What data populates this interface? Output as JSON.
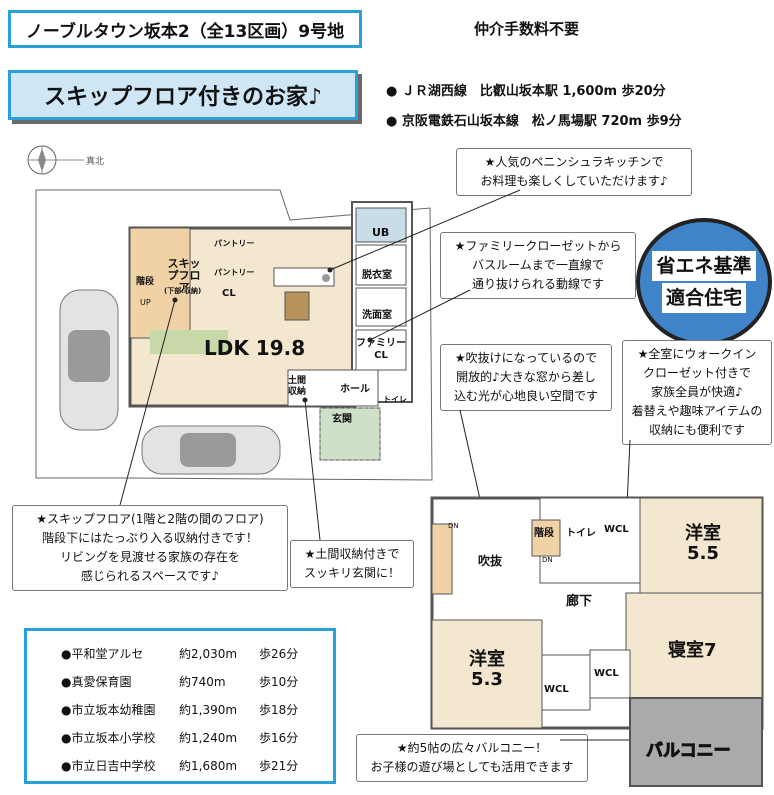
{
  "header": {
    "title": "ノーブルタウン坂本2（全13区画）9号地",
    "catch": "スキップフロア付きのお家♪",
    "fee": "仲介手数料不要"
  },
  "access": [
    "● ＪＲ湖西線　比叡山坂本駅 1,600m 歩20分",
    "● 京阪電鉄石山坂本線　松ノ馬場駅 720m 歩9分"
  ],
  "compass": "真北",
  "eco_badge": [
    "省エネ基準",
    "適合住宅"
  ],
  "bubbles": {
    "kitchen": [
      "★人気のペニンシュラキッチンで",
      "お料理も楽しくしていただけます♪"
    ],
    "closet": [
      "★ファミリークローゼットから",
      "バスルームまで一直線で",
      "通り抜けられる動線です"
    ],
    "fukinuke": [
      "★吹抜けになっているので",
      "開放的♪大きな窓から差し",
      "込む光が心地良い空間です"
    ],
    "wic": [
      "★全室にウォークイン",
      "クローゼット付きで",
      "家族全員が快適♪",
      "着替えや趣味アイテムの",
      "収納にも便利です"
    ],
    "skip": [
      "★スキップフロア(1階と2階の間のフロア)",
      "階段下にはたっぷり入る収納付きです！",
      "リビングを見渡せる家族の存在を",
      "感じられるスペースです♪"
    ],
    "doma": [
      "★土間収納付きで",
      "スッキリ玄関に！"
    ],
    "balcony": [
      "★約5帖の広々バルコニー！",
      "お子様の遊び場としても活用できます"
    ]
  },
  "floor1": {
    "ldk": "LDK 19.8",
    "skip_floor": "スキップフロア",
    "skip_note": "(下部:収納)",
    "stairs": "階段",
    "up": "UP",
    "pantry1": "パントリー",
    "pantry2": "パントリー",
    "cl": "CL",
    "ub": "UB",
    "dressing": "脱衣室",
    "washroom": "洗面室",
    "family_cl": "ファミリーCL",
    "hall": "ホール",
    "toilet": "トイレ",
    "doma": "土間収納",
    "entrance": "玄関"
  },
  "floor2": {
    "fukinuke": "吹抜",
    "stairs": "階段",
    "toilet": "トイレ",
    "wcl_top": "WCL",
    "hallway": "廊下",
    "room55_a": "洋室",
    "room55_b": "5.5",
    "bedroom": "寝室7",
    "room53_a": "洋室",
    "room53_b": "5.3",
    "wcl_left": "WCL",
    "wcl_right": "WCL",
    "balcony": "バルコニー",
    "dn1": "DN",
    "dn2": "DN"
  },
  "nearby": [
    {
      "name": "●平和堂アルセ",
      "dist": "約2,030m",
      "walk": "歩26分"
    },
    {
      "name": "●真愛保育園",
      "dist": "約740m",
      "walk": "歩10分"
    },
    {
      "name": "●市立坂本幼稚園",
      "dist": "約1,390m",
      "walk": "歩18分"
    },
    {
      "name": "●市立坂本小学校",
      "dist": "約1,240m",
      "walk": "歩16分"
    },
    {
      "name": "●市立日吉中学校",
      "dist": "約1,680m",
      "walk": "歩21分"
    }
  ],
  "colors": {
    "accent": "#2a9fd8",
    "catch_bg": "#cfe6f6",
    "eco_bg": "#3f84c8",
    "floor": "#f4e7cf",
    "balcony": "#aaaaaa"
  }
}
